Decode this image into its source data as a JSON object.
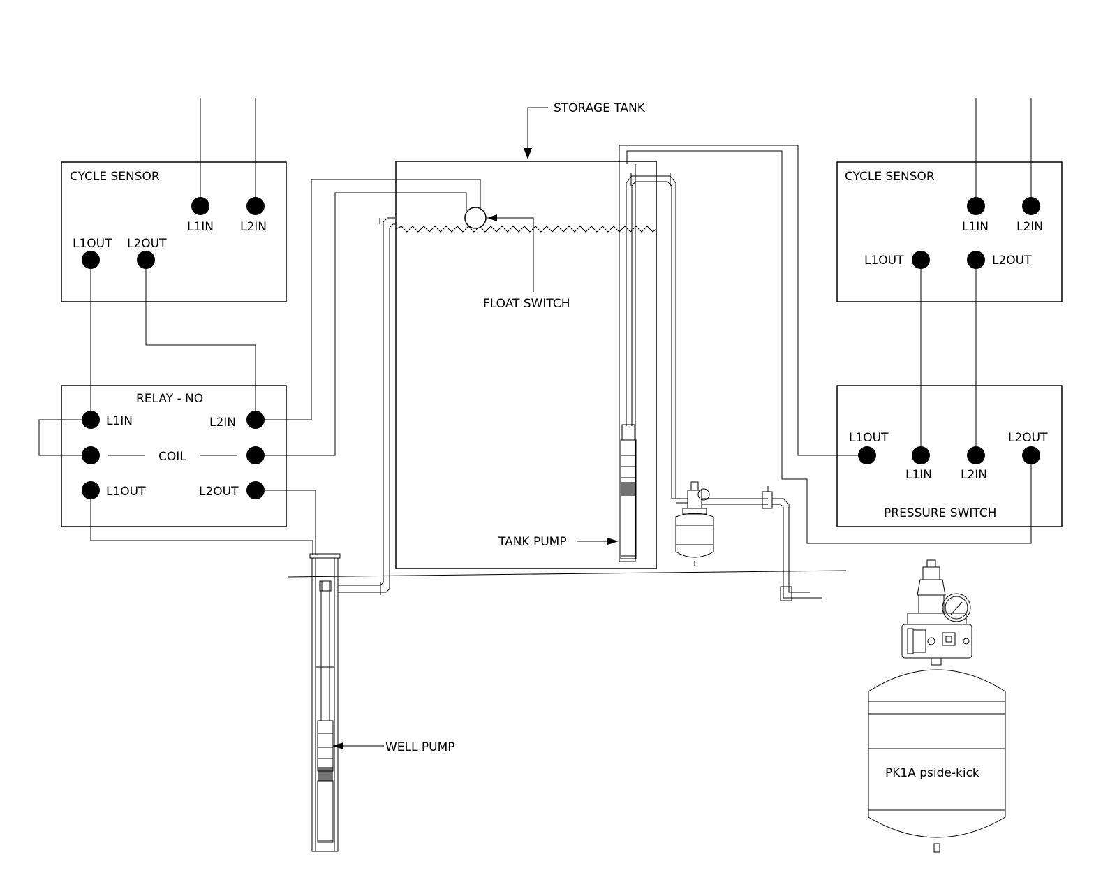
{
  "labels": {
    "storage_tank": "STORAGE TANK",
    "float_switch": "FLOAT SWITCH",
    "tank_pump": "TANK PUMP",
    "well_pump": "WELL PUMP",
    "pk1a": "PK1A  pside-kick"
  },
  "left_sensor": {
    "title": "CYCLE SENSOR",
    "l1in": "L1IN",
    "l2in": "L2IN",
    "l1out": "L1OUT",
    "l2out": "L2OUT"
  },
  "relay": {
    "title": "RELAY - NO",
    "l1in": "L1IN",
    "l2in": "L2IN",
    "coil": "COIL",
    "l1out": "L1OUT",
    "l2out": "L2OUT"
  },
  "right_sensor": {
    "title": "CYCLE SENSOR",
    "l1in": "L1IN",
    "l2in": "L2IN",
    "l1out": "L1OUT",
    "l2out": "L2OUT"
  },
  "pressure_switch": {
    "title": "PRESSURE SWITCH",
    "l1out": "L1OUT",
    "l1in": "L1IN",
    "l2in": "L2IN",
    "l2out": "L2OUT"
  }
}
